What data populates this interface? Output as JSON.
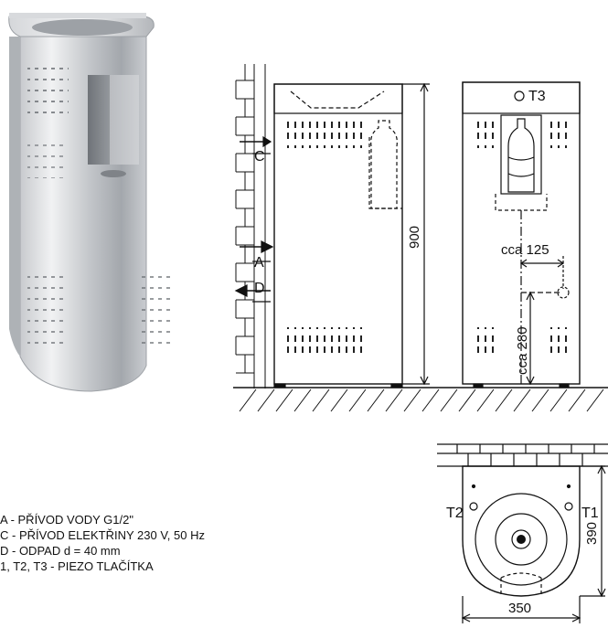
{
  "labels": {
    "C": "C",
    "A": "A",
    "D": "D",
    "T1": "T1",
    "T2": "T2",
    "T3": "T3",
    "height": "900",
    "cca125": "cca 125",
    "cca280": "cca 280",
    "depth": "390",
    "width": "350"
  },
  "legend": [
    "A - PŘÍVOD VODY G1/2\"",
    "C - PŘÍVOD ELEKTŘINY 230 V, 50 Hz",
    "D - ODPAD d = 40 mm",
    "1, T2, T3 - PIEZO TLAČÍTKA"
  ],
  "colors": {
    "steel_light": "#e6e7e9",
    "steel_mid": "#b9bcc0",
    "steel_dark": "#8d9196",
    "line": "#111111"
  }
}
